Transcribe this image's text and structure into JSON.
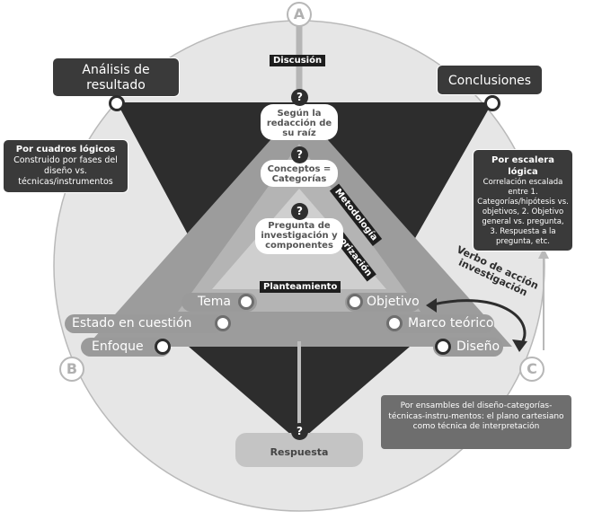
{
  "colors": {
    "dark": "#2d2d2d",
    "medium": "#6e6e6e",
    "light": "#9a9a9a",
    "pale": "#c7c7c7",
    "circle": "#e6e6e6",
    "background": "#ffffff"
  },
  "corner_letters": {
    "a": "A",
    "b": "B",
    "c": "C"
  },
  "header_boxes": {
    "analysis": "Análisis de resultado",
    "conclusions": "Conclusiones"
  },
  "left_note": {
    "title": "Por cuadros lógicos",
    "body": "Construido por fases del diseño vs. técnicas/instrumentos"
  },
  "right_note": {
    "title": "Por escalera lógica",
    "body": "Correlación escalada entre 1. Categorías/hipótesis vs. objetivos, 2. Objetivo general vs. pregunta, 3. Respuesta a la pregunta, etc."
  },
  "bottom_note": {
    "body": "Por ensambles del diseño-categorías-técnicas-instru-mentos: el plano cartesiano como técnica de interpretación"
  },
  "tags": {
    "discussion": "Discusión",
    "methodology": "Metodología",
    "theorization": "Teorización",
    "statement": "Planteamiento"
  },
  "center_items": {
    "root": "Según la redacción de su raíz",
    "concepts": "Conceptos = Categorías",
    "question": "Pregunta de investigación y componentes",
    "answer": "Respuesta",
    "qmark": "?"
  },
  "pills": {
    "tema": "Tema",
    "objetivo": "Objetivo",
    "estado": "Estado en cuestión",
    "marco": "Marco teórico",
    "enfoque": "Enfoque",
    "diseno": "Diseño"
  },
  "arrow_label": "Verbo de acción investigación"
}
